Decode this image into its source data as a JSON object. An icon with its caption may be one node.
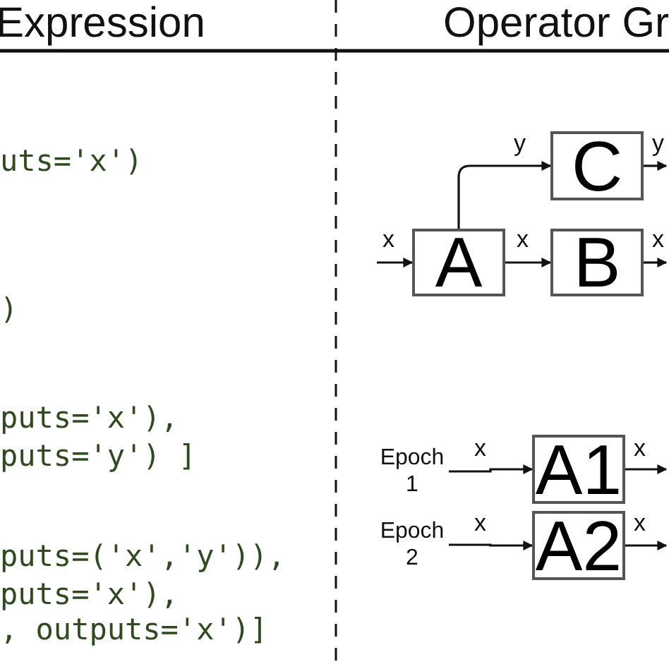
{
  "diagram": {
    "nodes": [
      {
        "text": [
          "A"
        ]
      },
      {
        "text": [
          "B"
        ]
      },
      {
        "text": [
          "C"
        ]
      },
      {
        "text": [
          "Epoch 1"
        ]
      },
      {
        "text": [
          "A1"
        ]
      },
      {
        "text": [
          "Epoch 2"
        ]
      },
      {
        "text": [
          "A2"
        ]
      }
    ],
    "edges": [
      {
        "from": null,
        "to": 0,
        "arrow": "to",
        "label": "x"
      },
      {
        "from": 0,
        "to": 1,
        "arrow": "to",
        "label": "x"
      },
      {
        "from": 0,
        "to": 2,
        "arrow": "to",
        "label": "y"
      },
      {
        "from": 2,
        "to": null,
        "arrow": "to",
        "label": "y"
      },
      {
        "from": 1,
        "to": null,
        "arrow": "to",
        "label": "x"
      },
      {
        "from": 3,
        "to": 4,
        "arrow": "to",
        "label": "x"
      },
      {
        "from": 4,
        "to": null,
        "arrow": "to",
        "label": "x"
      },
      {
        "from": 5,
        "to": 6,
        "arrow": "to",
        "label": "x"
      },
      {
        "from": 6,
        "to": null,
        "arrow": "to",
        "label": "x"
      }
    ],
    "labels": [
      "Expression",
      "Operator Gr",
      "uts='x')",
      ")",
      "puts='x'),",
      "puts='y') ]",
      "puts=('x','y')),",
      "puts='x'),",
      ", outputs='x')]"
    ]
  }
}
